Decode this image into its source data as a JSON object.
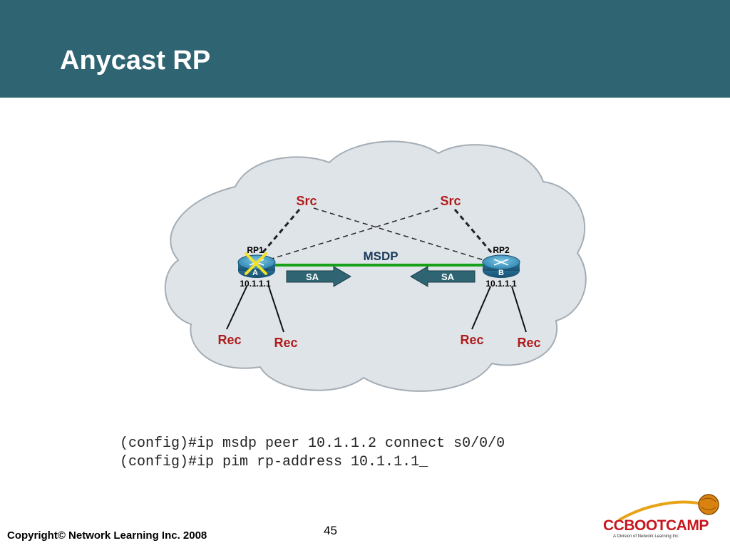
{
  "slide": {
    "title": "Anycast RP",
    "copyright": "Copyright© Network Learning Inc. 2008",
    "page_number": "45"
  },
  "diagram": {
    "sources": [
      {
        "label": "Src"
      },
      {
        "label": "Src"
      }
    ],
    "routers": [
      {
        "role": "RP1",
        "letter": "A",
        "address": "10.1.1.1",
        "status_icon": "x-mark-icon"
      },
      {
        "role": "RP2",
        "letter": "B",
        "address": "10.1.1.1"
      }
    ],
    "link_label": "MSDP",
    "sa_arrows": [
      {
        "label": "SA",
        "direction": "right"
      },
      {
        "label": "SA",
        "direction": "left"
      }
    ],
    "receivers": [
      {
        "label": "Rec"
      },
      {
        "label": "Rec"
      },
      {
        "label": "Rec"
      },
      {
        "label": "Rec"
      }
    ],
    "colors": {
      "cloud_fill": "#dfe4e8",
      "msdp_link": "#17a01a",
      "label_red": "#b01c1c",
      "arrow_fill": "#2f6472",
      "router_blue": "#2f86b0"
    }
  },
  "config": {
    "lines": [
      "(config)#ip msdp peer 10.1.1.2 connect s0/0/0",
      "(config)#ip pim rp-address 10.1.1.1_"
    ]
  },
  "logo": {
    "brand": "CCBOOTCAMP",
    "tagline": "A Division of Network Learning Inc."
  }
}
